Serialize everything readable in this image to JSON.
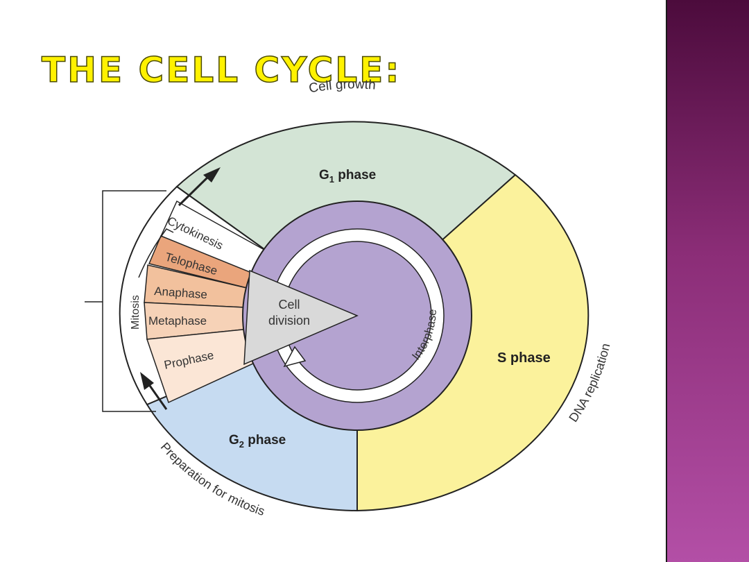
{
  "slide": {
    "title": "THE CELL CYCLE:",
    "colors": {
      "title": "#fff200",
      "sidebar_top": "#4c0b3c",
      "sidebar_bottom": "#b34fa6"
    }
  },
  "diagram": {
    "outer_labels": {
      "cell_growth": "Cell growth",
      "dna_replication": "DNA replication",
      "preparation": "Preparation for mitosis",
      "mitosis": "Mitosis"
    },
    "phases": {
      "g1": {
        "letter": "G",
        "sub": "1",
        "rest": " phase",
        "color": "#d3e4d5"
      },
      "s": {
        "label": "S phase",
        "color": "#fbf29c"
      },
      "g2": {
        "letter": "G",
        "sub": "2",
        "rest": " phase",
        "color": "#c6dbf1"
      }
    },
    "mitosis_stages": [
      {
        "label": "Cytokinesis",
        "color": "#ffffff"
      },
      {
        "label": "Telophase",
        "color": "#eaa57c"
      },
      {
        "label": "Anaphase",
        "color": "#f2c19d"
      },
      {
        "label": "Metaphase",
        "color": "#f6d2b7"
      },
      {
        "label": "Prophase",
        "color": "#fbe6d6"
      }
    ],
    "center": {
      "cell_division_line1": "Cell",
      "cell_division_line2": "division",
      "interphase": "Interphase",
      "ring_color": "#b4a3d0"
    }
  }
}
